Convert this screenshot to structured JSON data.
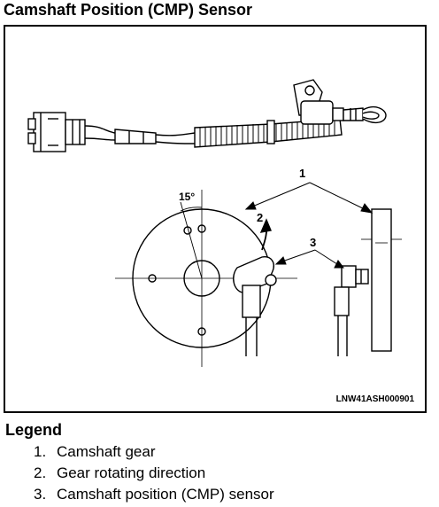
{
  "page": {
    "title": "Camshaft Position (CMP) Sensor"
  },
  "figure": {
    "callouts": {
      "gear": "1",
      "direction": "2",
      "sensor": "3"
    },
    "angle_label": "15°",
    "figure_code": "LNW41ASH000901"
  },
  "legend": {
    "title": "Legend",
    "items": [
      {
        "num": "1.",
        "label": "Camshaft gear"
      },
      {
        "num": "2.",
        "label": "Gear rotating direction"
      },
      {
        "num": "3.",
        "label": "Camshaft position (CMP) sensor"
      }
    ]
  }
}
